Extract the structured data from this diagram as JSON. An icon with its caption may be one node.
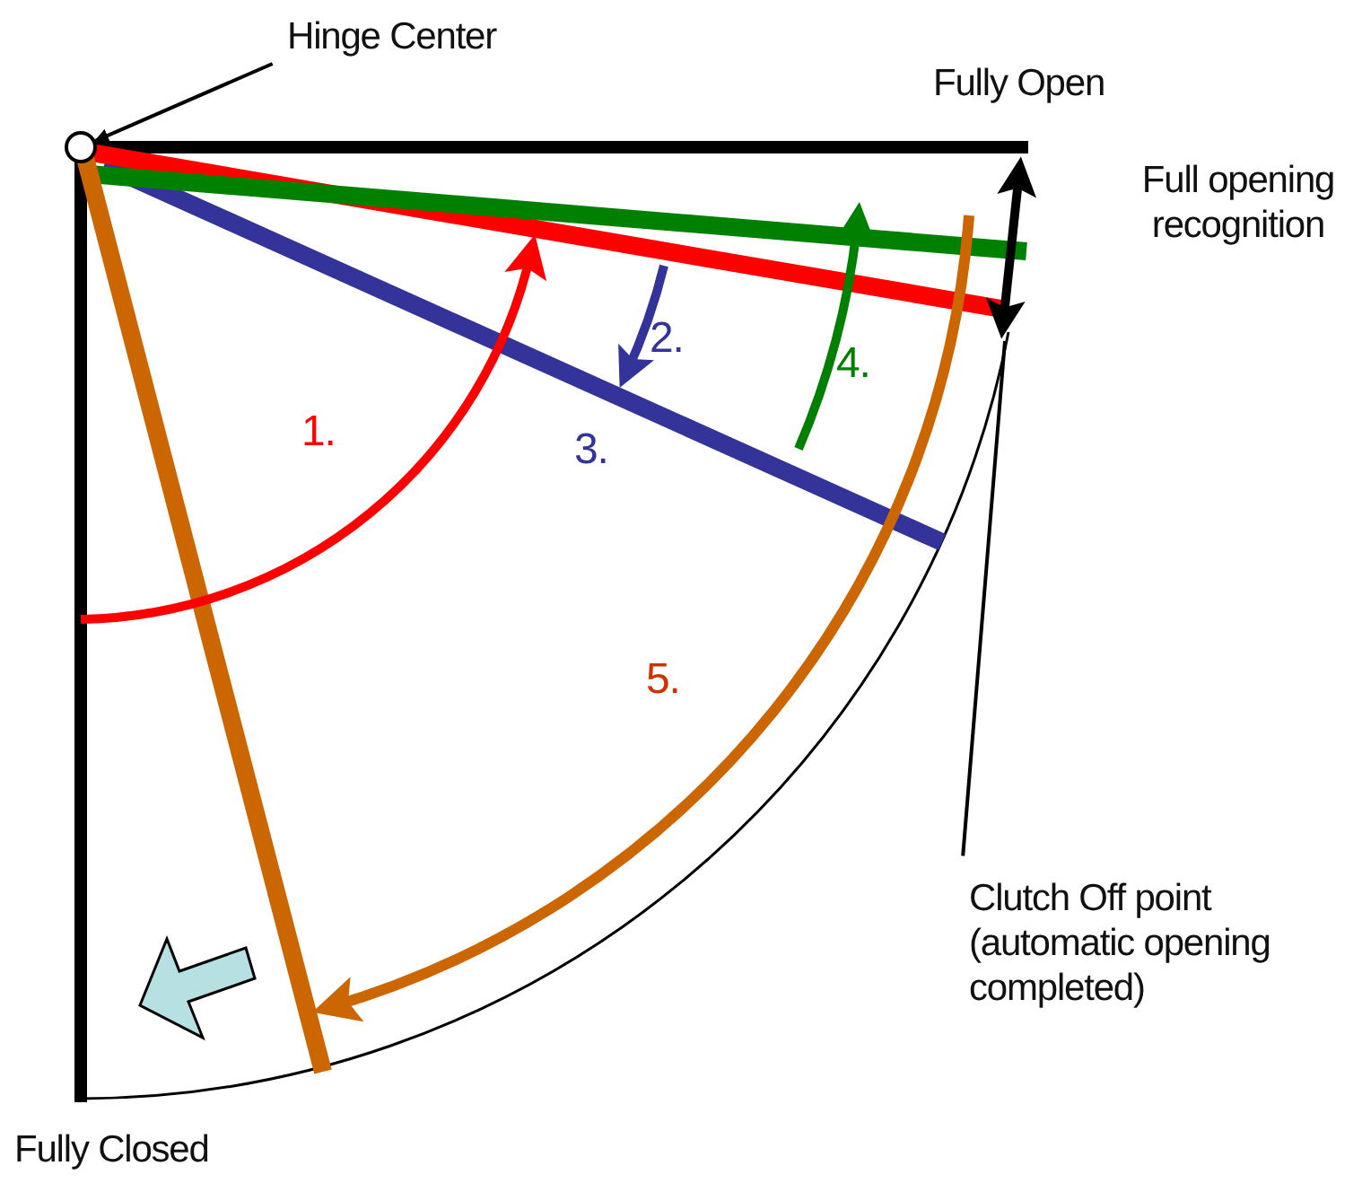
{
  "diagram": {
    "nodes": [
      {
        "text": [
          "Hinge Center"
        ]
      },
      {
        "text": [],
        "shape": "circle"
      },
      {
        "text": [
          "Clutch Off point (automatic opening completed)"
        ]
      }
    ],
    "edges": [
      {
        "from": 0,
        "to": 1,
        "arrow": "to"
      },
      {
        "from": 2,
        "to": null,
        "arrow": "none"
      }
    ],
    "labels": [
      "Fully Open",
      "Full opening recognition",
      "1.",
      "2.",
      "3.",
      "4.",
      "5.",
      "Fully Closed"
    ]
  }
}
